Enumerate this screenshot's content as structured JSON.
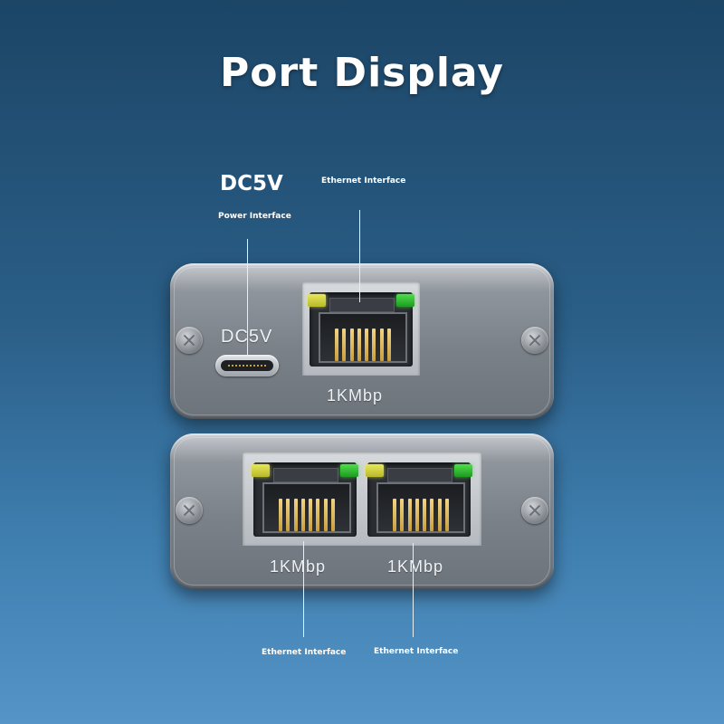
{
  "page": {
    "title": "Port Display"
  },
  "callouts": {
    "dc_voltage": "DC5V",
    "power_interface": "Power Interface",
    "ethernet_top": "Ethernet Interface",
    "ethernet_bottom_left": "Ethernet Interface",
    "ethernet_bottom_right": "Ethernet Interface"
  },
  "device_top": {
    "dc_label": "DC5V",
    "port_speed": "1KMbp"
  },
  "device_bottom": {
    "port_speed_left": "1KMbp",
    "port_speed_right": "1KMbp"
  },
  "colors": {
    "background_top": "#1c4566",
    "background_bottom": "#5594c6",
    "led_yellow": "#e6e85a",
    "led_green": "#4de04a",
    "pin_gold": "#e0be62"
  }
}
